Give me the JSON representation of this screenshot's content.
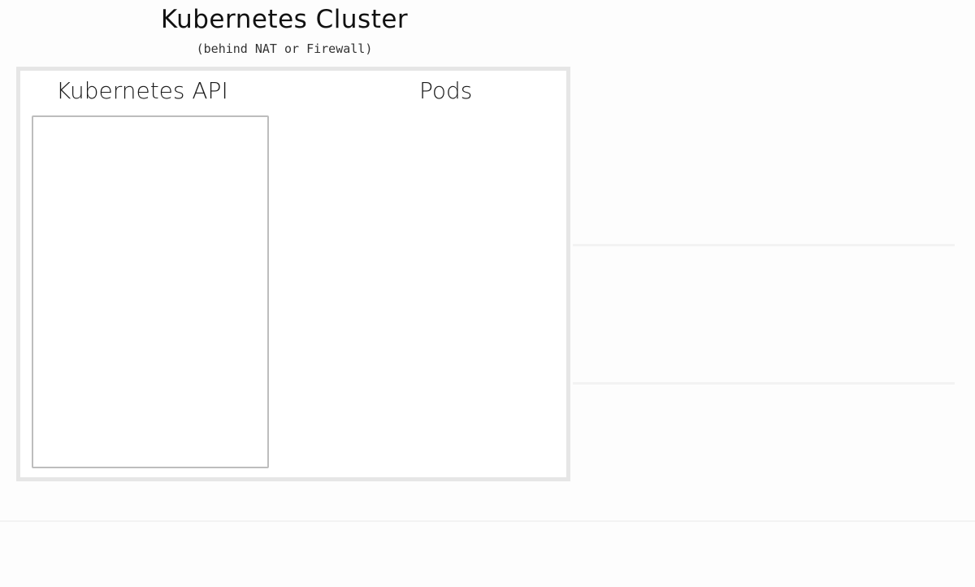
{
  "diagram": {
    "title": "Kubernetes Cluster",
    "subtitle": "(behind NAT or Firewall)",
    "sections": {
      "api": {
        "label": "Kubernetes API"
      },
      "pods": {
        "label": "Pods"
      }
    }
  }
}
